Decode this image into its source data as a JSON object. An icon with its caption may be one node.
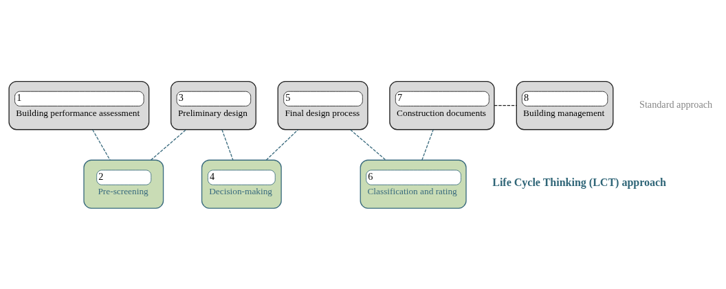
{
  "diagram": {
    "nodes": [
      {
        "text": [
          "1",
          "Building performance assessment"
        ]
      },
      {
        "text": [
          "2",
          "Pre-screening"
        ]
      },
      {
        "text": [
          "3",
          "Preliminary design"
        ]
      },
      {
        "text": [
          "4",
          "Decision-making"
        ]
      },
      {
        "text": [
          "5",
          "Final design process"
        ]
      },
      {
        "text": [
          "6",
          "Classification and rating"
        ]
      },
      {
        "text": [
          "7",
          "Construction documents"
        ]
      },
      {
        "text": [
          "8",
          "Building management"
        ]
      }
    ],
    "edges": [
      {
        "from": 0,
        "to": 1,
        "arrow": "none",
        "style": "dashed"
      },
      {
        "from": 1,
        "to": 2,
        "arrow": "none",
        "style": "dashed"
      },
      {
        "from": 2,
        "to": 3,
        "arrow": "none",
        "style": "dashed"
      },
      {
        "from": 3,
        "to": 4,
        "arrow": "none",
        "style": "dashed"
      },
      {
        "from": 4,
        "to": 5,
        "arrow": "none",
        "style": "dashed"
      },
      {
        "from": 5,
        "to": 6,
        "arrow": "none",
        "style": "dashed"
      },
      {
        "from": 6,
        "to": 7,
        "arrow": "none",
        "style": "dashed",
        "color": "#222222"
      }
    ],
    "labels": [
      "Standard approach",
      "Life Cycle Thinking (LCT) approach"
    ]
  }
}
